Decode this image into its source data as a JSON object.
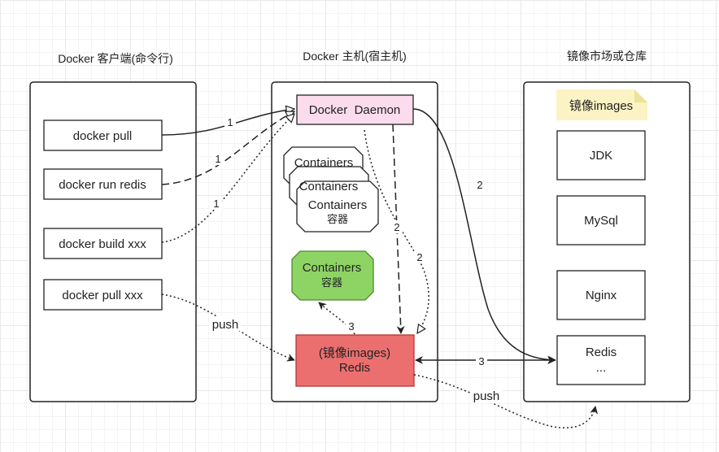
{
  "headers": {
    "client": "Docker 客户端(命令行)",
    "host": "Docker 主机(宿主机)",
    "registry": "镜像市场或仓库"
  },
  "client_commands": {
    "pull": "docker pull",
    "run": "docker run redis",
    "build": "docker build xxx",
    "pull_xxx": "docker pull xxx"
  },
  "host": {
    "daemon": "Docker  Daemon",
    "containers_stack": [
      "Containers",
      "Containers",
      "Containers"
    ],
    "containers_cn": "容器",
    "running_container": "Containers",
    "running_container_cn": "容器",
    "image_line1": "(镜像images)",
    "image_line2": "Redis"
  },
  "registry": {
    "note": "镜像images",
    "items": [
      "JDK",
      "MySql",
      "Nginx"
    ],
    "redis": "Redis",
    "redis_more": "..."
  },
  "edge_labels": {
    "pull_to_daemon": "1",
    "run_to_daemon": "1",
    "build_to_daemon": "1",
    "daemon_to_registry": "2",
    "daemon_to_image_a": "2",
    "daemon_to_image_b": "2",
    "image_to_container": "3",
    "image_registry": "3",
    "push_in": "push",
    "push_out": "push"
  },
  "colors": {
    "daemon_fill": "#fadcec",
    "image_fill": "#ec6f6f",
    "image_stroke": "#b83232",
    "running_fill": "#8ed465",
    "running_stroke": "#4a8a2a",
    "note_fill": "#fbf3c3",
    "note_fold": "#ece29a",
    "line": "#222222"
  }
}
